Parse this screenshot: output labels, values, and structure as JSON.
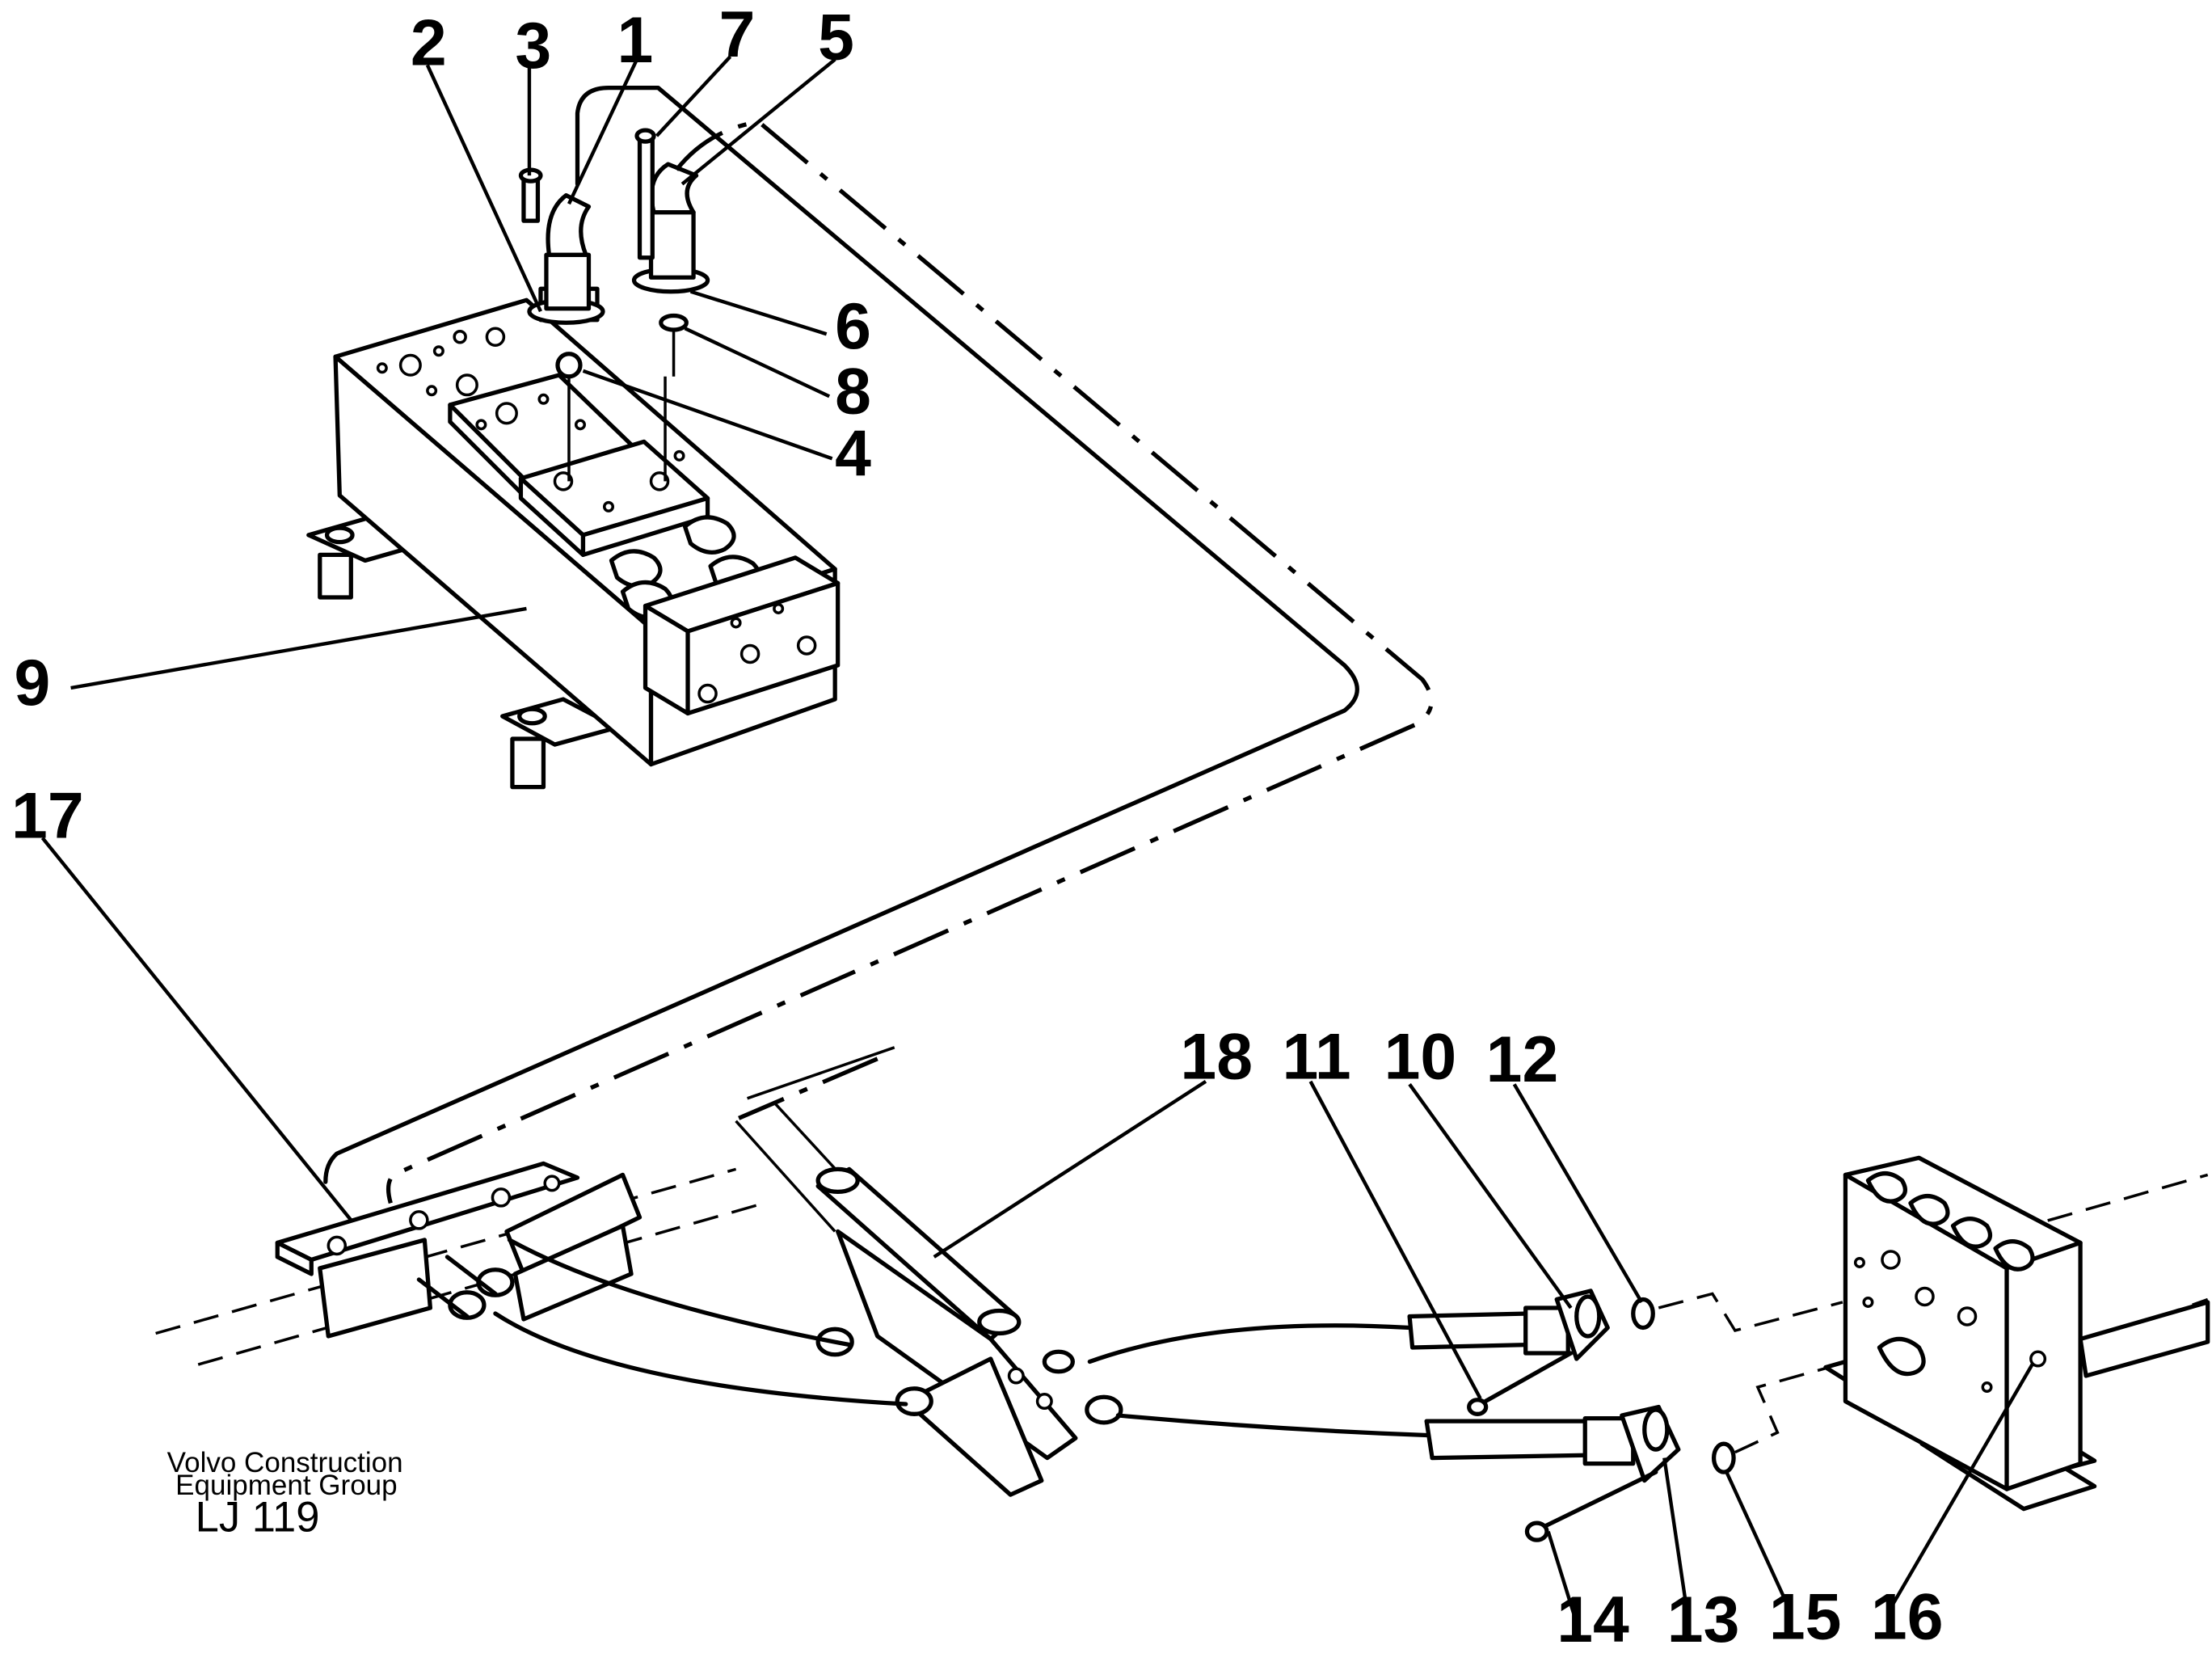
{
  "callouts": {
    "n1": "1",
    "n2": "2",
    "n3": "3",
    "n4": "4",
    "n5": "5",
    "n6": "6",
    "n7": "7",
    "n8": "8",
    "n9": "9",
    "n10": "10",
    "n11": "11",
    "n12": "12",
    "n13": "13",
    "n14": "14",
    "n15": "15",
    "n16": "16",
    "n17": "17",
    "n18": "18"
  },
  "caption": {
    "line1": "Volvo Construction",
    "line2": "Equipment Group",
    "code": "LJ 119"
  }
}
